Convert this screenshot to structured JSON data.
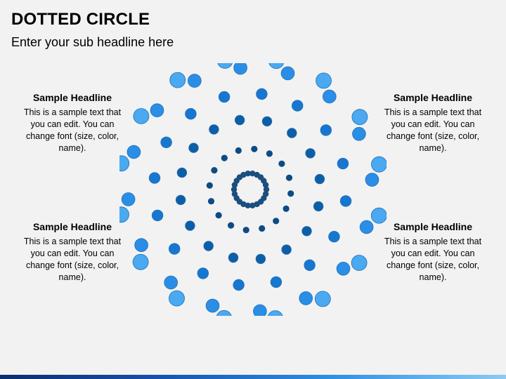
{
  "header": {
    "title": "DOTTED CIRCLE",
    "subtitle": "Enter your sub headline here"
  },
  "blocks": {
    "top_left": {
      "headline": "Sample Headline",
      "body": "This is a sample text that you can edit. You can change font (size, color, name)."
    },
    "bottom_left": {
      "headline": "Sample Headline",
      "body": "This is a sample text that you can edit. You can change font (size, color, name)."
    },
    "top_right": {
      "headline": "Sample Headline",
      "body": "This is a sample text that you can edit. You can change font (size, color, name)."
    },
    "bottom_right": {
      "headline": "Sample Headline",
      "body": "This is a sample text that you can edit. You can change font (size, color, name)."
    }
  },
  "diagram": {
    "rings": [
      {
        "count": 22,
        "color": "#1a4f7e"
      },
      {
        "count": 16,
        "color": "#0d4b85"
      },
      {
        "count": 16,
        "color": "#0e5ea6"
      },
      {
        "count": 16,
        "color": "#1777d0"
      },
      {
        "count": 16,
        "color": "#2a8ee6"
      },
      {
        "count": 16,
        "color": "#4aa9f0"
      }
    ],
    "stroke_color": "#2070b8"
  }
}
